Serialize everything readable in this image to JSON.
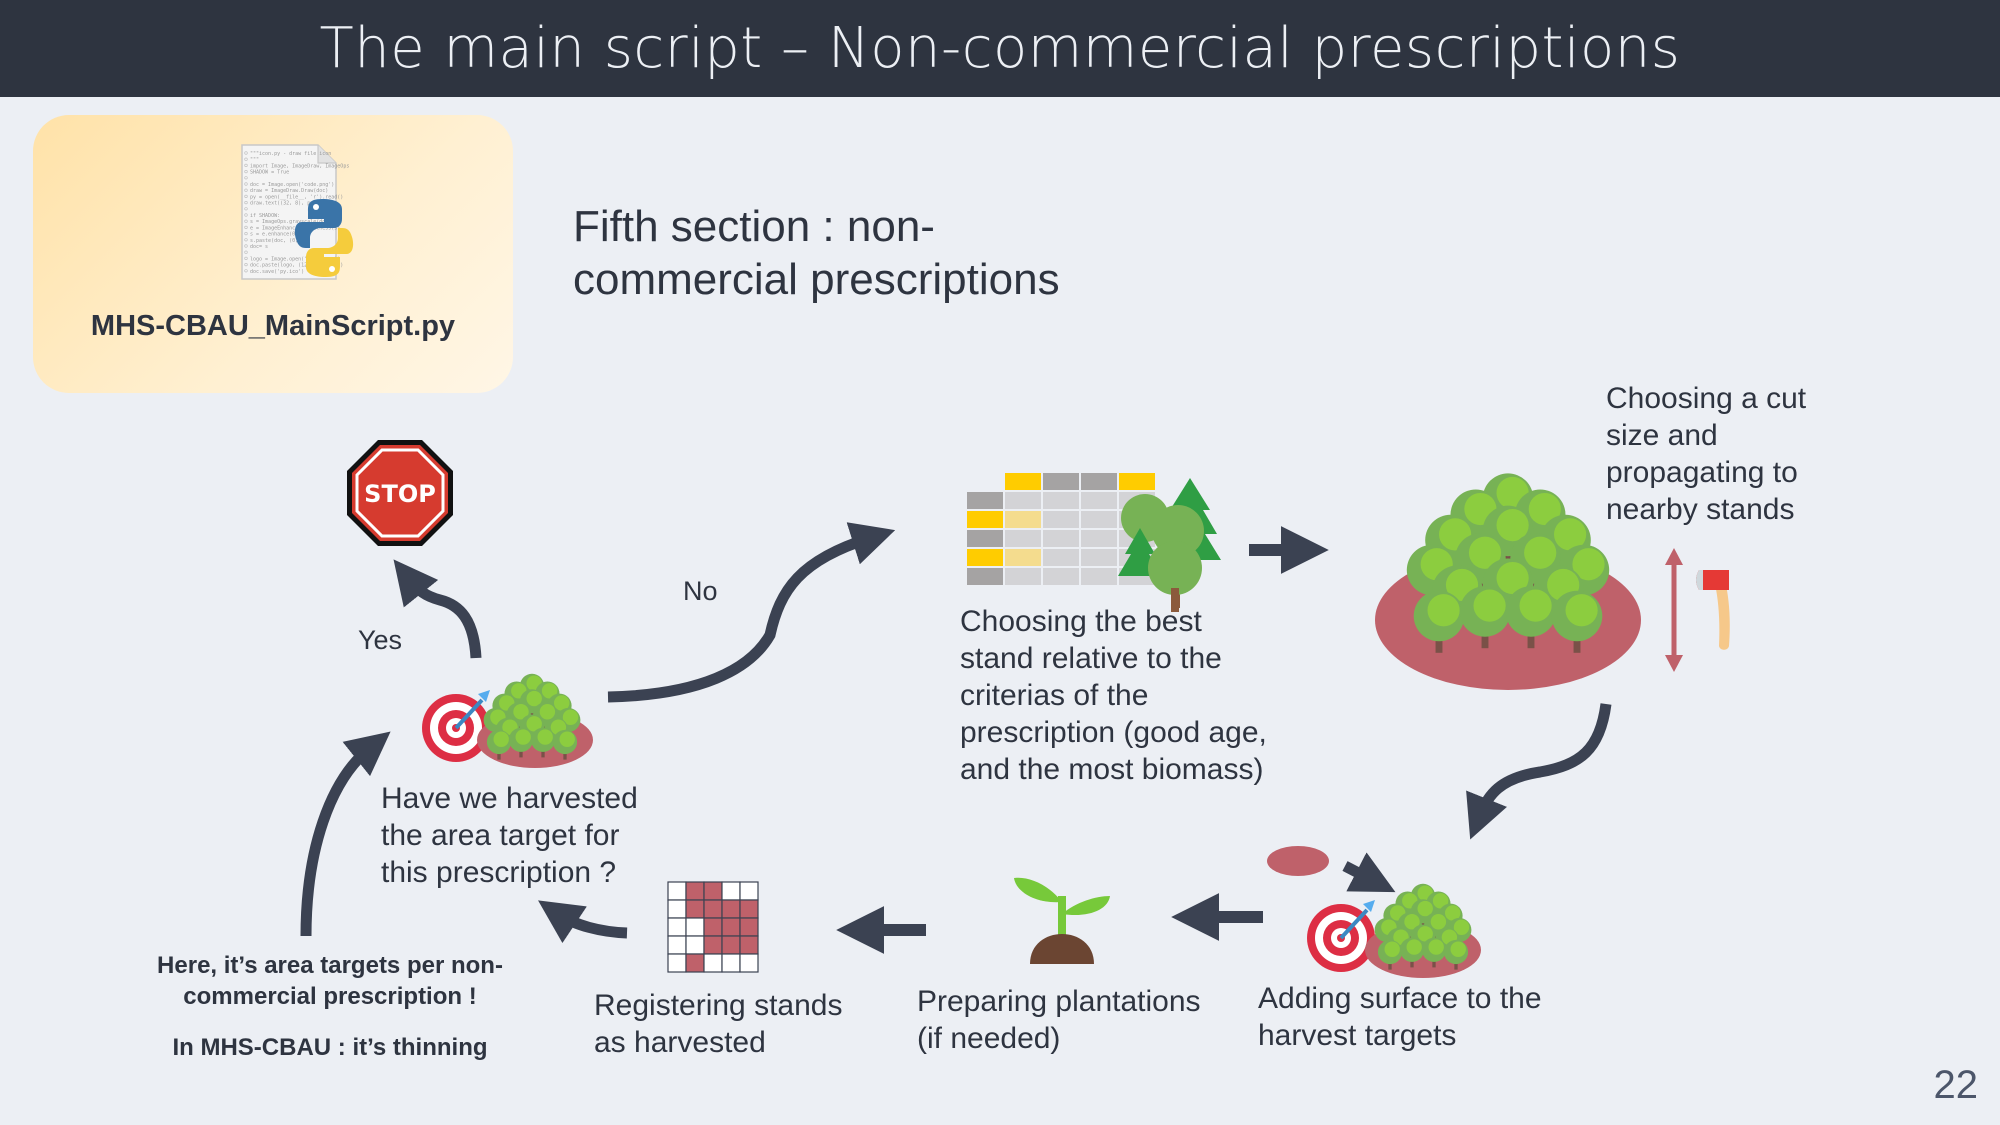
{
  "header": {
    "title": "The main script – Non-commercial prescriptions"
  },
  "script_card": {
    "file_name": "MHS-CBAU_MainScript.py",
    "icon": "python-script-file-icon",
    "code_lines": [
      "\"\"\"icon.py - draw file icon",
      "\"\"\"",
      "import Image, ImageDraw, ImageOps",
      "SHADOW = True",
      "",
      "doc = Image.open('code.png')",
      "draw = ImageDraw.Draw(doc)",
      "py = open(__file__, 'r').read()",
      "draw.text((32, 8), py)",
      "",
      "if SHADOW:",
      "  s = ImageOps.grayscale(doc)",
      "  e = ImageEnhance.Brightness(s)",
      "  s = e.enhance(0.5)",
      "  s.paste(doc, (0,0))",
      "  doc= s",
      "",
      "logo = Image.open('brand.png')",
      "doc.paste(logo, (120,96), logo)",
      "doc.save('py.ico')"
    ]
  },
  "section_title": {
    "line1": "Fifth section : non-",
    "line2": "commercial prescriptions"
  },
  "steps": {
    "decision": {
      "lines": [
        "Have we harvested",
        "the area target for",
        "this prescription ?"
      ],
      "yes_label": "Yes",
      "no_label": "No",
      "stop_sign_text": "STOP"
    },
    "choose_stand": {
      "lines": [
        "Choosing the best",
        "stand relative to the",
        "criterias of the",
        "prescription (good age,",
        "and the most biomass)"
      ]
    },
    "cut_size": {
      "lines": [
        "Choosing a cut",
        "size and",
        "propagating to",
        "nearby stands"
      ]
    },
    "add_surface": {
      "lines": [
        "Adding surface to the",
        "harvest targets"
      ]
    },
    "plantations": {
      "lines": [
        "Preparing plantations",
        "(if needed)"
      ]
    },
    "register": {
      "lines": [
        "Registering stands",
        "as harvested"
      ]
    }
  },
  "notes": {
    "line1": "Here, it’s area targets per non-",
    "line2": "commercial prescription !",
    "line3": "In MHS-CBAU : it’s thinning"
  },
  "stand_grid": {
    "rows": 5,
    "cols": 5,
    "harvested_cells": [
      [
        0,
        1
      ],
      [
        0,
        2
      ],
      [
        1,
        1
      ],
      [
        1,
        2
      ],
      [
        1,
        3
      ],
      [
        1,
        4
      ],
      [
        2,
        2
      ],
      [
        2,
        3
      ],
      [
        2,
        4
      ],
      [
        3,
        2
      ],
      [
        3,
        3
      ],
      [
        3,
        4
      ],
      [
        4,
        1
      ]
    ]
  },
  "table_icon": {
    "header_row": [
      "yellow",
      "gray",
      "gray",
      "yellow"
    ],
    "first_col": [
      "gray",
      "yellow",
      "gray",
      "yellow",
      "gray"
    ],
    "second_col": [
      "light",
      "paleyellow",
      "light",
      "paleyellow",
      "light"
    ]
  },
  "colors": {
    "background": "#eceff4",
    "header_bg": "#2e3440",
    "header_text": "#eceff4",
    "arrow": "#3b4252",
    "stand_red": "#bf616a",
    "tree_green": "#7cc23c",
    "target_red": "#dd2e44"
  },
  "page_number": "22"
}
